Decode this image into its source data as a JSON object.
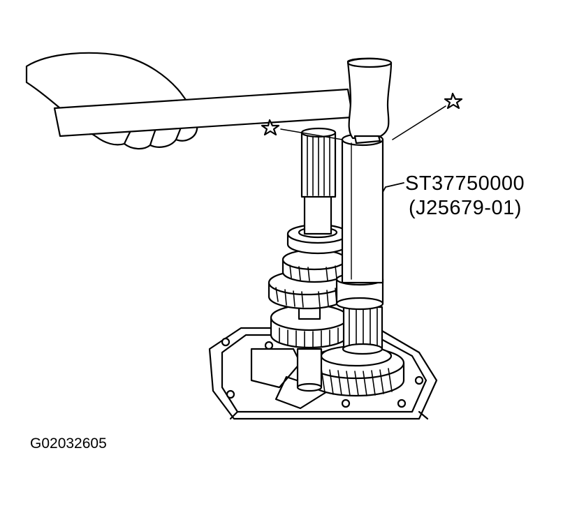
{
  "callout": {
    "part_number": "ST37750000",
    "alt_part_number": "(J25679-01)"
  },
  "figure_code": "G02032605",
  "colors": {
    "ink": "#000000",
    "paper": "#ffffff"
  }
}
